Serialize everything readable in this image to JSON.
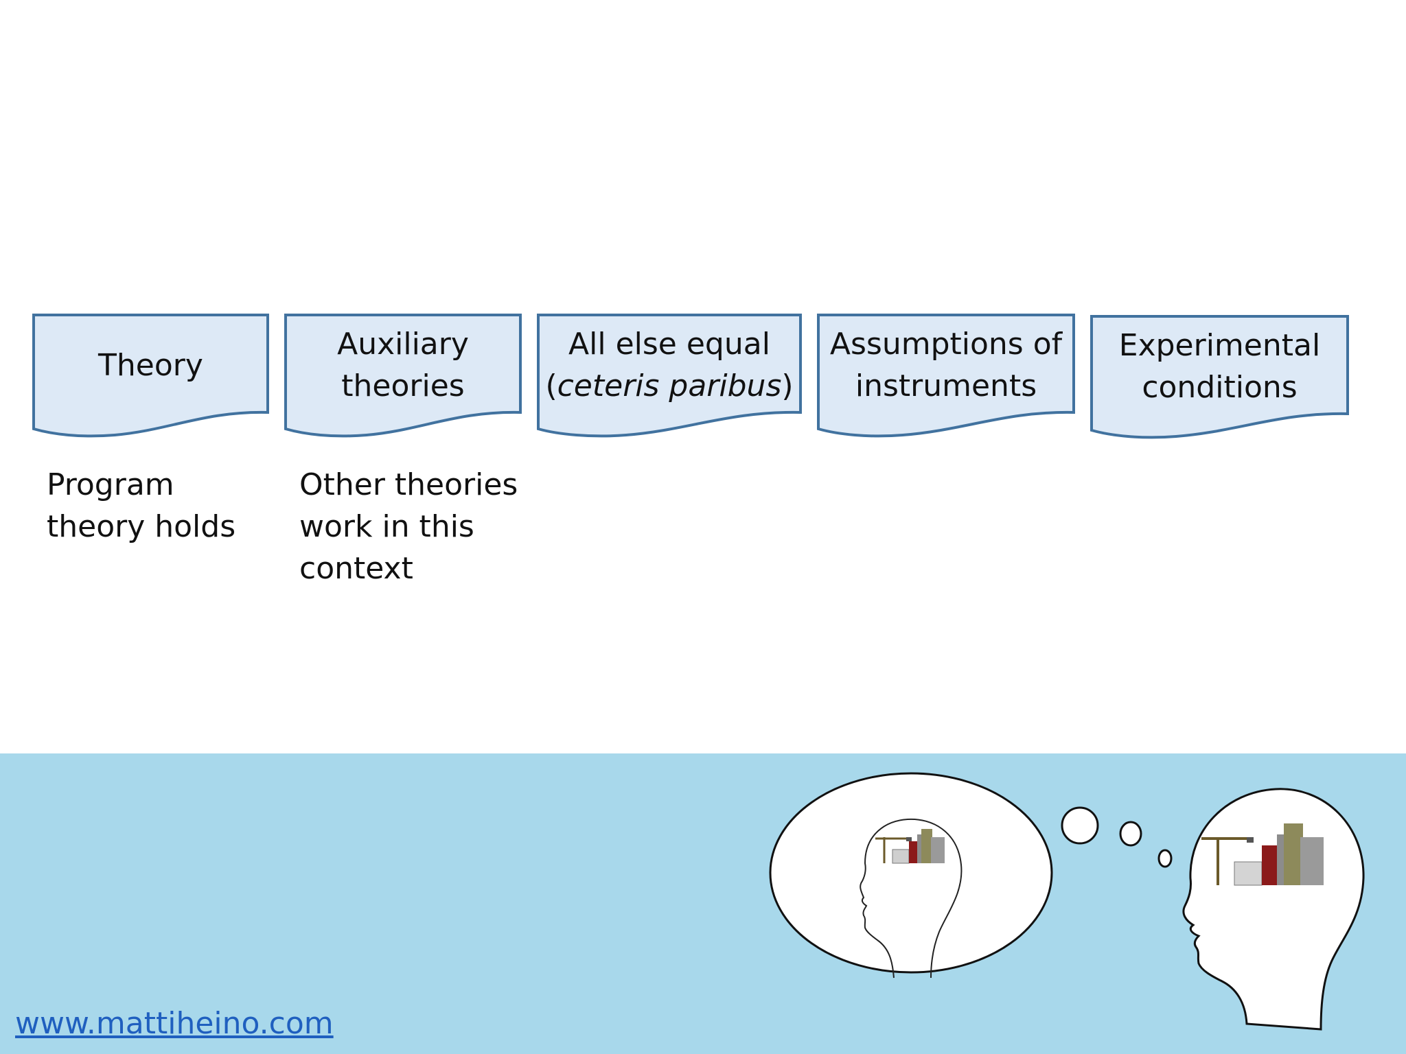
{
  "boxes": [
    {
      "lines": [
        "Theory"
      ]
    },
    {
      "lines": [
        "Auxiliary",
        "theories"
      ]
    },
    {
      "line1": "All else equal",
      "line2_open": "(",
      "line2_italic": "ceteris paribus",
      "line2_close": ")"
    },
    {
      "lines": [
        "Assumptions of",
        "instruments"
      ]
    },
    {
      "lines": [
        "Experimental",
        "conditions"
      ]
    }
  ],
  "descriptions": [
    {
      "lines": [
        "Program",
        "theory holds"
      ]
    },
    {
      "lines": [
        "Other theories",
        "work in this",
        "context"
      ]
    }
  ],
  "footer": {
    "website": "www.mattiheino.com"
  },
  "colors": {
    "box_fill": "#dde9f6",
    "box_stroke": "#41729f",
    "banner": "#a8d8eb",
    "link": "#1f5fbf"
  }
}
